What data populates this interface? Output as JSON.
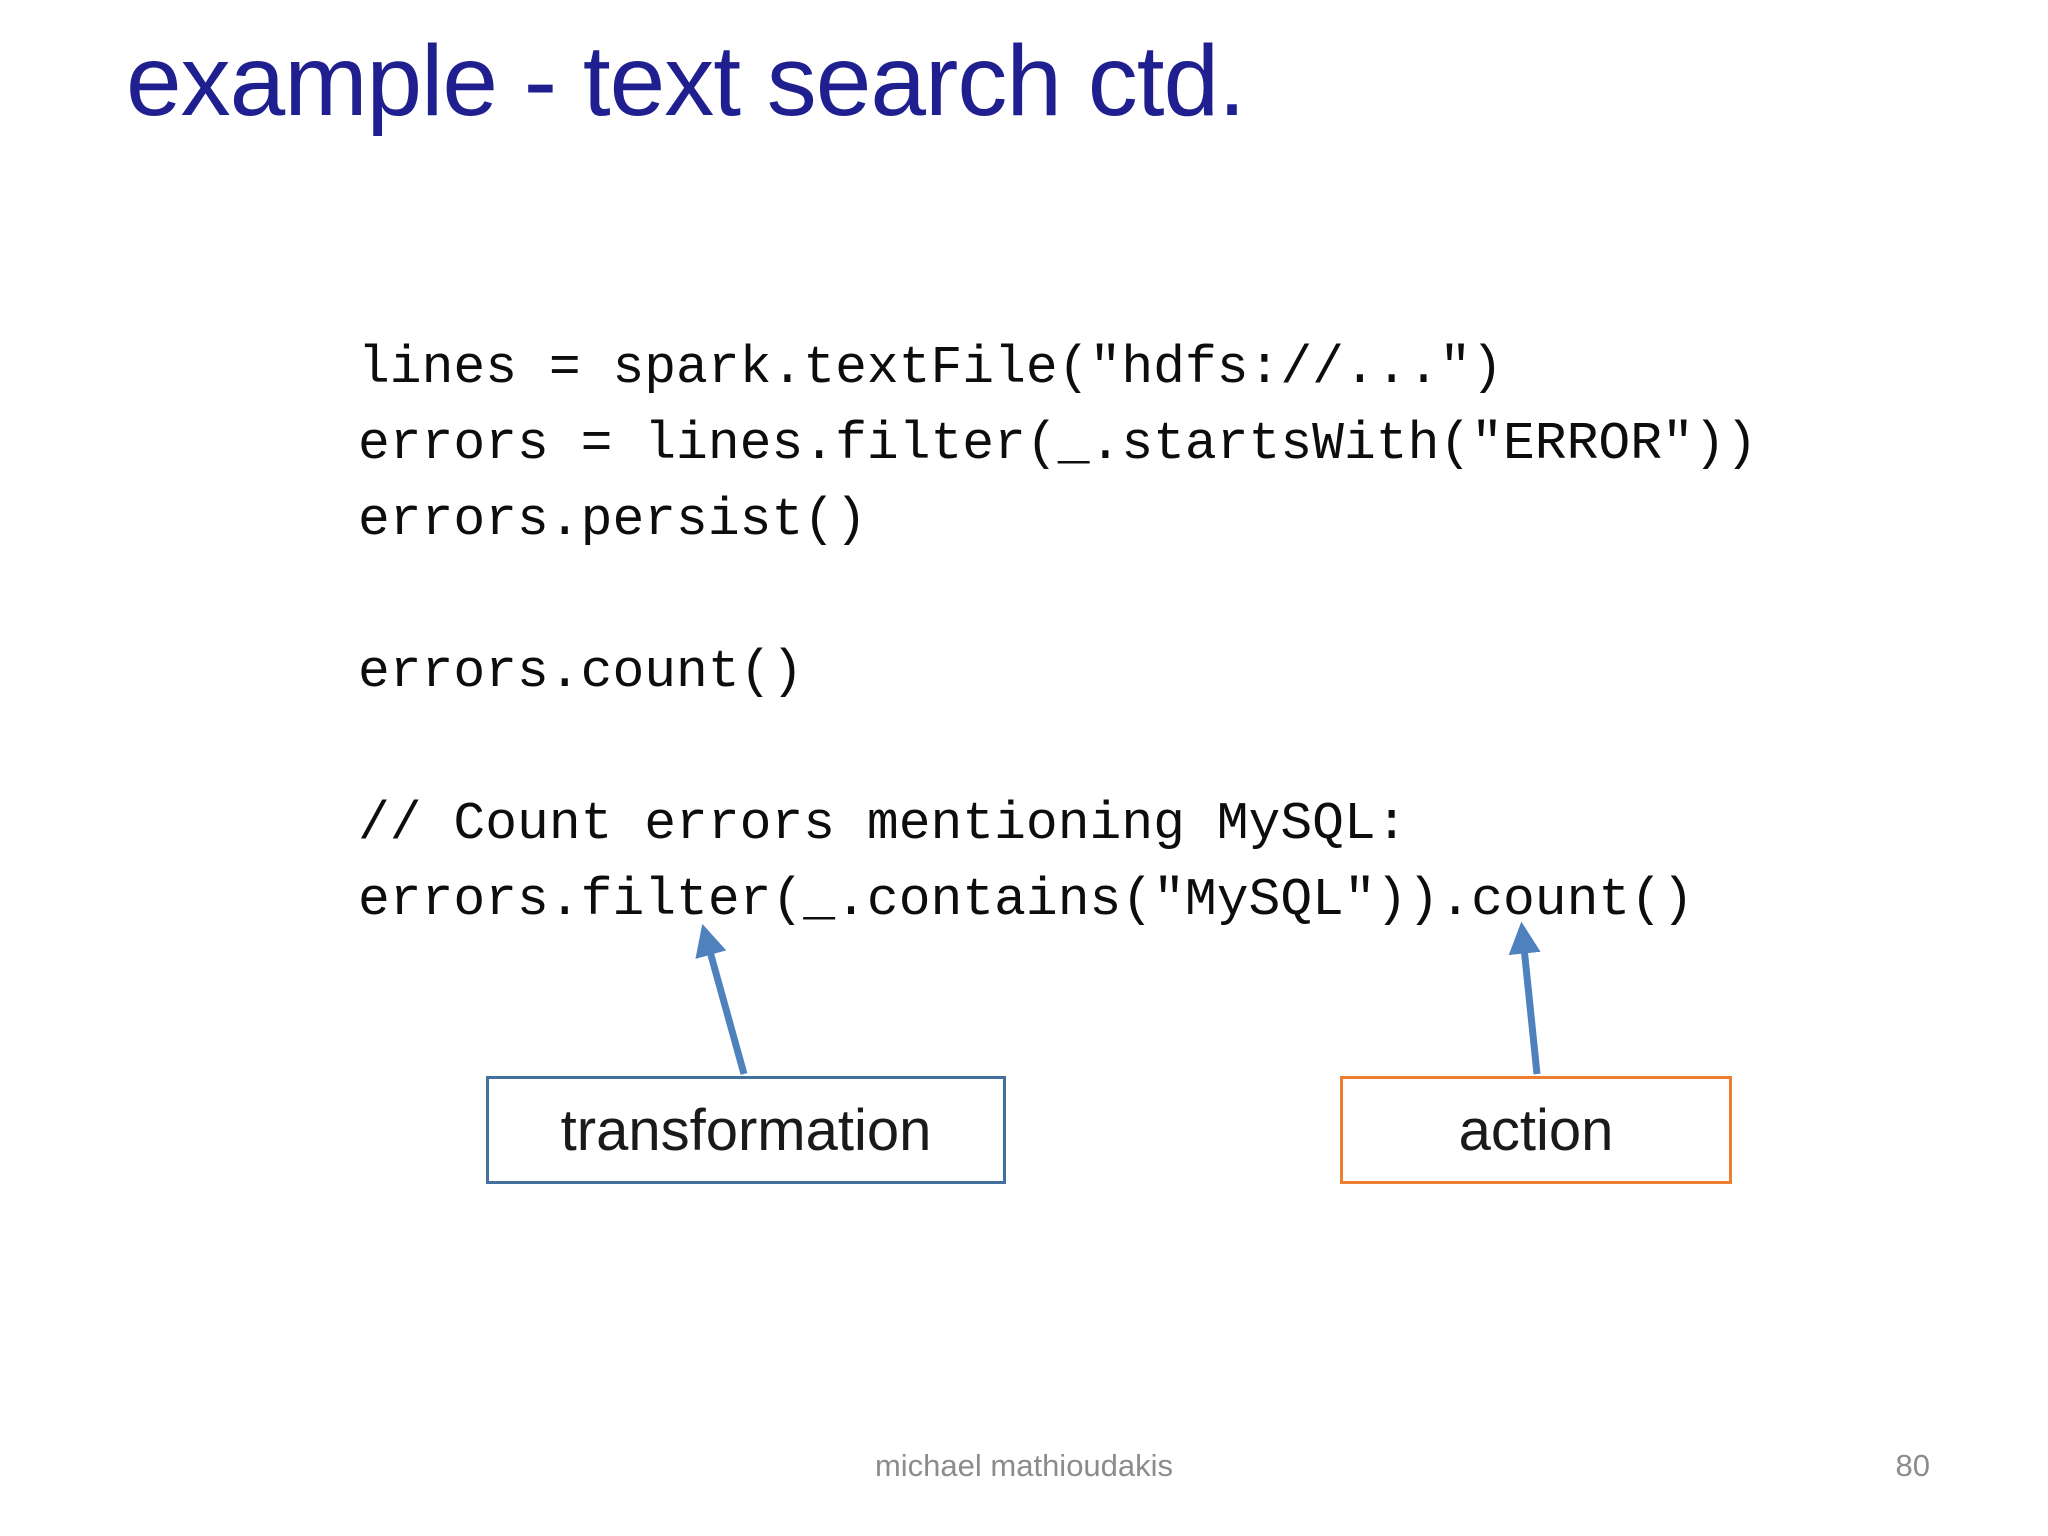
{
  "slide": {
    "title": "example - text search ctd.",
    "code": {
      "lines": [
        "lines = spark.textFile(\"hdfs://...\")",
        "errors = lines.filter(_.startsWith(\"ERROR\"))",
        "errors.persist()",
        "",
        "errors.count()",
        "",
        "// Count errors mentioning MySQL:",
        "errors.filter(_.contains(\"MySQL\")).count()"
      ]
    },
    "annotations": {
      "transformation_label": "transformation",
      "action_label": "action"
    },
    "footer": {
      "author": "michael mathioudakis",
      "page_number": "80"
    },
    "colors": {
      "title_text": "#1F1F8F",
      "code_text": "#0D0D0D",
      "transformation_box_border": "#41719C",
      "action_box_border": "#ED7D31",
      "arrow": "#4F81BD",
      "footer_text": "#8C8C8C"
    }
  }
}
